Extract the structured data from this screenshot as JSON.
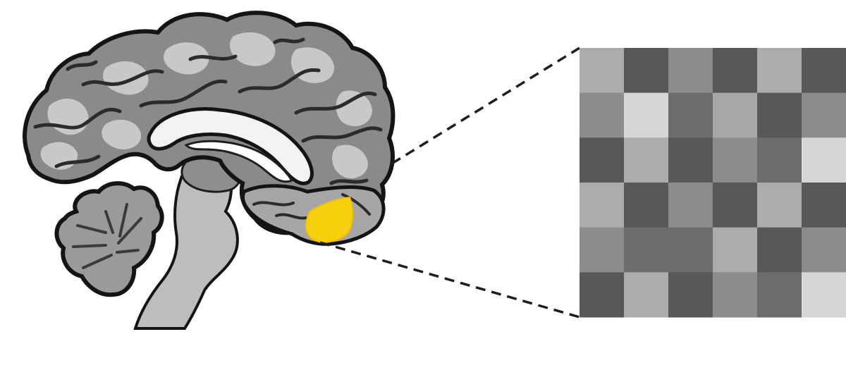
{
  "colors": {
    "background": "#ffffff",
    "outline": "#141414",
    "cortex_dark": "#7c7c7c",
    "cortex_mid": "#a4a4a4",
    "cortex_light": "#c8c8c8",
    "brainstem": "#bdbdbd",
    "corpus_callosum": "#f3f3f3",
    "roi_highlight": "#f7cf0a",
    "connector": "#1e1e1e"
  },
  "icons": {
    "brain": "sagittal-brain-slice",
    "region": "highlighted-region-of-interest",
    "matrix": "voxel-intensity-grid"
  },
  "matrix": {
    "rows": 6,
    "cols": 6,
    "values": [
      [
        0.66,
        0.24,
        0.5,
        0.24,
        0.66,
        0.24
      ],
      [
        0.5,
        0.87,
        0.34,
        0.64,
        0.24,
        0.5
      ],
      [
        0.24,
        0.66,
        0.24,
        0.5,
        0.34,
        0.87
      ],
      [
        0.66,
        0.24,
        0.5,
        0.24,
        0.66,
        0.24
      ],
      [
        0.5,
        0.34,
        0.34,
        0.66,
        0.24,
        0.5
      ],
      [
        0.24,
        0.66,
        0.24,
        0.5,
        0.34,
        0.87
      ]
    ]
  }
}
